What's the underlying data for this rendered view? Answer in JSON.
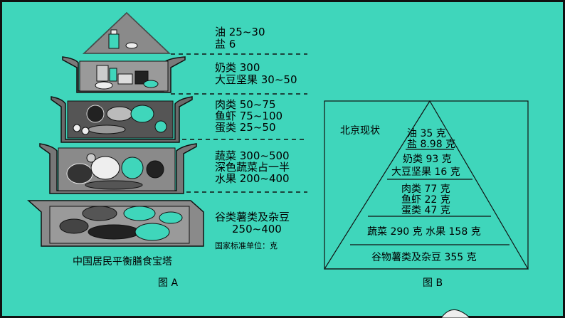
{
  "figure_a": {
    "caption": "图 A",
    "title": "中国居民平衡膳食宝塔",
    "unit_note": "国家标准单位：克",
    "tiers": [
      {
        "lines": [
          "油   25~30",
          "盐   6"
        ]
      },
      {
        "lines": [
          "奶类   300",
          "大豆坚果   30~50"
        ]
      },
      {
        "lines": [
          "肉类   50~75",
          "鱼虾   75~100",
          "蛋类   25~50"
        ]
      },
      {
        "lines": [
          "蔬菜   300~500",
          "深色蔬菜占一半",
          "水果   200~400"
        ]
      },
      {
        "lines": [
          "谷类薯类及杂豆",
          "250~400"
        ]
      }
    ]
  },
  "figure_b": {
    "caption": "图 B",
    "label": "北京现状",
    "tiers": [
      {
        "lines": [
          "油 35 克",
          "盐 8.98 克"
        ]
      },
      {
        "lines": [
          "奶类 93 克",
          "大豆坚果 16 克"
        ]
      },
      {
        "lines": [
          "肉类 77 克",
          "鱼虾 22 克",
          "蛋类 47 克"
        ]
      },
      {
        "lines": [
          "蔬菜 290 克  水果 158 克"
        ]
      },
      {
        "lines": [
          "谷物薯类及杂豆 355 克"
        ]
      }
    ]
  },
  "colors": {
    "background": "#3fd6bb",
    "tier_fill": "#8a8a8a",
    "tier_dark": "#2a2a2a",
    "lines": "#111111"
  },
  "icons": [
    "oil-bottle-icon",
    "milk-bottles-icon",
    "meat-fish-eggs-icon",
    "vegetables-fruit-icon",
    "grain-bowls-icon"
  ]
}
